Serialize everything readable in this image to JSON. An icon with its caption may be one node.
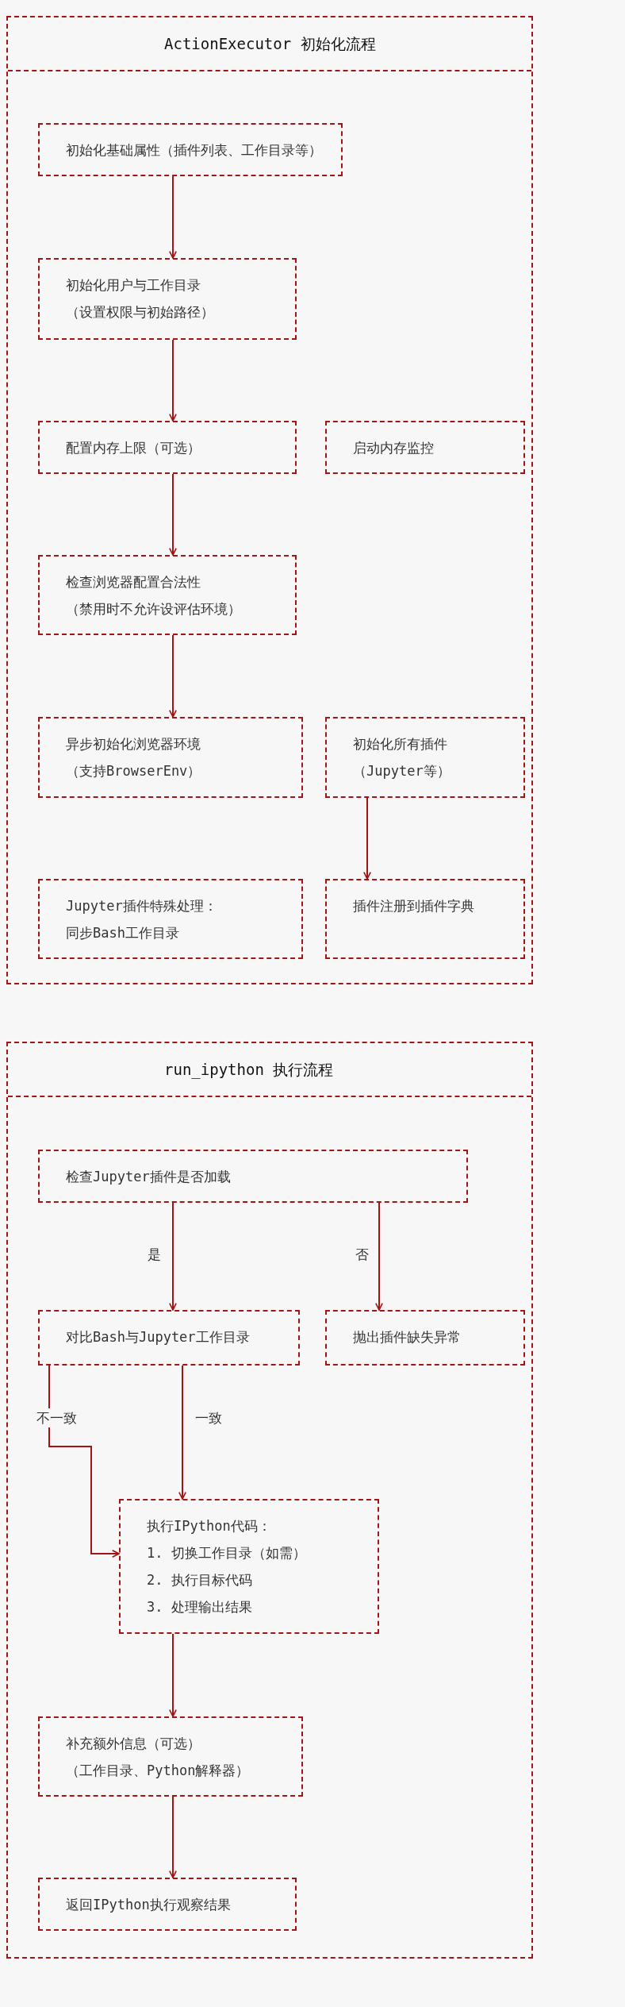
{
  "diagram": {
    "nodes": [
      {
        "text": [
          "ActionExecutor 初始化流程"
        ]
      },
      {
        "text": [
          "初始化基础属性（插件列表、工作目录等）"
        ],
        "in": 0
      },
      {
        "text": [
          "初始化用户与工作目录",
          "（设置权限与初始路径）"
        ],
        "in": 0
      },
      {
        "text": [
          "配置内存上限（可选）"
        ],
        "in": 0
      },
      {
        "text": [
          "启动内存监控"
        ],
        "in": 0
      },
      {
        "text": [
          "检查浏览器配置合法性",
          "（禁用时不允许设评估环境）"
        ],
        "in": 0
      },
      {
        "text": [
          "异步初始化浏览器环境",
          "（支持BrowserEnv）"
        ],
        "in": 0
      },
      {
        "text": [
          "初始化所有插件",
          "（Jupyter等）"
        ],
        "in": 0
      },
      {
        "text": [
          "Jupyter插件特殊处理：",
          "同步Bash工作目录"
        ],
        "in": 0
      },
      {
        "text": [
          "插件注册到插件字典"
        ],
        "in": 0
      },
      {
        "text": [
          "run_ipython 执行流程"
        ]
      },
      {
        "text": [
          "检查Jupyter插件是否加载"
        ],
        "in": 10
      },
      {
        "text": [
          "对比Bash与Jupyter工作目录"
        ],
        "in": 10
      },
      {
        "text": [
          "抛出插件缺失异常"
        ],
        "in": 10
      },
      {
        "text": [
          "执行IPython代码：",
          "1. 切换工作目录（如需）",
          "2. 执行目标代码",
          "3. 处理输出结果"
        ],
        "in": 10
      },
      {
        "text": [
          "补充额外信息（可选）",
          "（工作目录、Python解释器）"
        ],
        "in": 10
      },
      {
        "text": [
          "返回IPython执行观察结果"
        ],
        "in": 10
      }
    ],
    "edges": [
      {
        "from": 1,
        "to": 2,
        "arrow": "to"
      },
      {
        "from": 2,
        "to": 3,
        "arrow": "to"
      },
      {
        "from": 3,
        "to": 5,
        "arrow": "to"
      },
      {
        "from": 5,
        "to": 6,
        "arrow": "to"
      },
      {
        "from": 7,
        "to": 9,
        "arrow": "to"
      },
      {
        "from": 11,
        "to": 12,
        "arrow": "to",
        "label": "是"
      },
      {
        "from": 11,
        "to": 13,
        "arrow": "to",
        "label": "否"
      },
      {
        "from": 12,
        "to": 14,
        "arrow": "to",
        "label": "一致"
      },
      {
        "from": 12,
        "to": 14,
        "arrow": "to",
        "label": "不一致"
      },
      {
        "from": 14,
        "to": 15,
        "arrow": "to"
      },
      {
        "from": 15,
        "to": 16,
        "arrow": "to"
      }
    ]
  }
}
